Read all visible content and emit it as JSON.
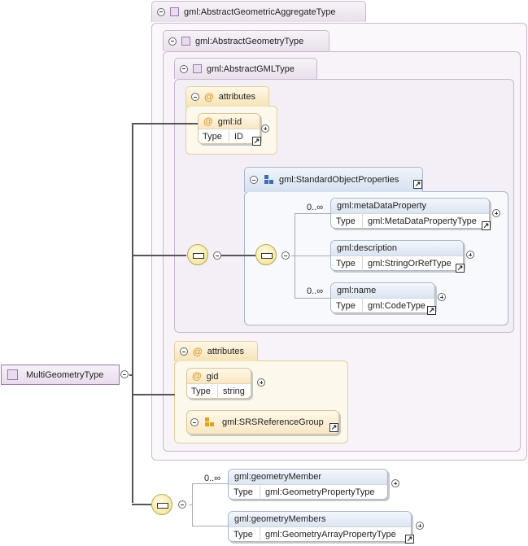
{
  "root": {
    "label": "MultiGeometryType"
  },
  "types": {
    "aggregate": "gml:AbstractGeometricAggregateType",
    "geometry": "gml:AbstractGeometryType",
    "gml": "gml:AbstractGMLType"
  },
  "attributes_label": "attributes",
  "type_key": "Type",
  "gml_attrs": {
    "name": "gml:id",
    "type": "ID"
  },
  "std_group": {
    "name": "gml:StandardObjectProperties",
    "items": [
      {
        "name": "gml:metaDataProperty",
        "type": "gml:MetaDataPropertyType",
        "card": "0..∞"
      },
      {
        "name": "gml:description",
        "type": "gml:StringOrRefType",
        "card": ""
      },
      {
        "name": "gml:name",
        "type": "gml:CodeType",
        "card": "0..∞"
      }
    ]
  },
  "geom_attrs": {
    "name": "gid",
    "type": "string",
    "group": "gml:SRSReferenceGroup"
  },
  "members": [
    {
      "name": "gml:geometryMember",
      "type": "gml:GeometryPropertyType",
      "card": "0..∞"
    },
    {
      "name": "gml:geometryMembers",
      "type": "gml:GeometryArrayPropertyType",
      "card": ""
    }
  ],
  "icons": {
    "collapse": "minus-circle-icon",
    "expand": "plus-circle-icon",
    "sequence": "sequence-compositor-icon",
    "link": "link-arrow-icon",
    "attribute": "at-sign-icon",
    "group": "group-squares-icon"
  }
}
